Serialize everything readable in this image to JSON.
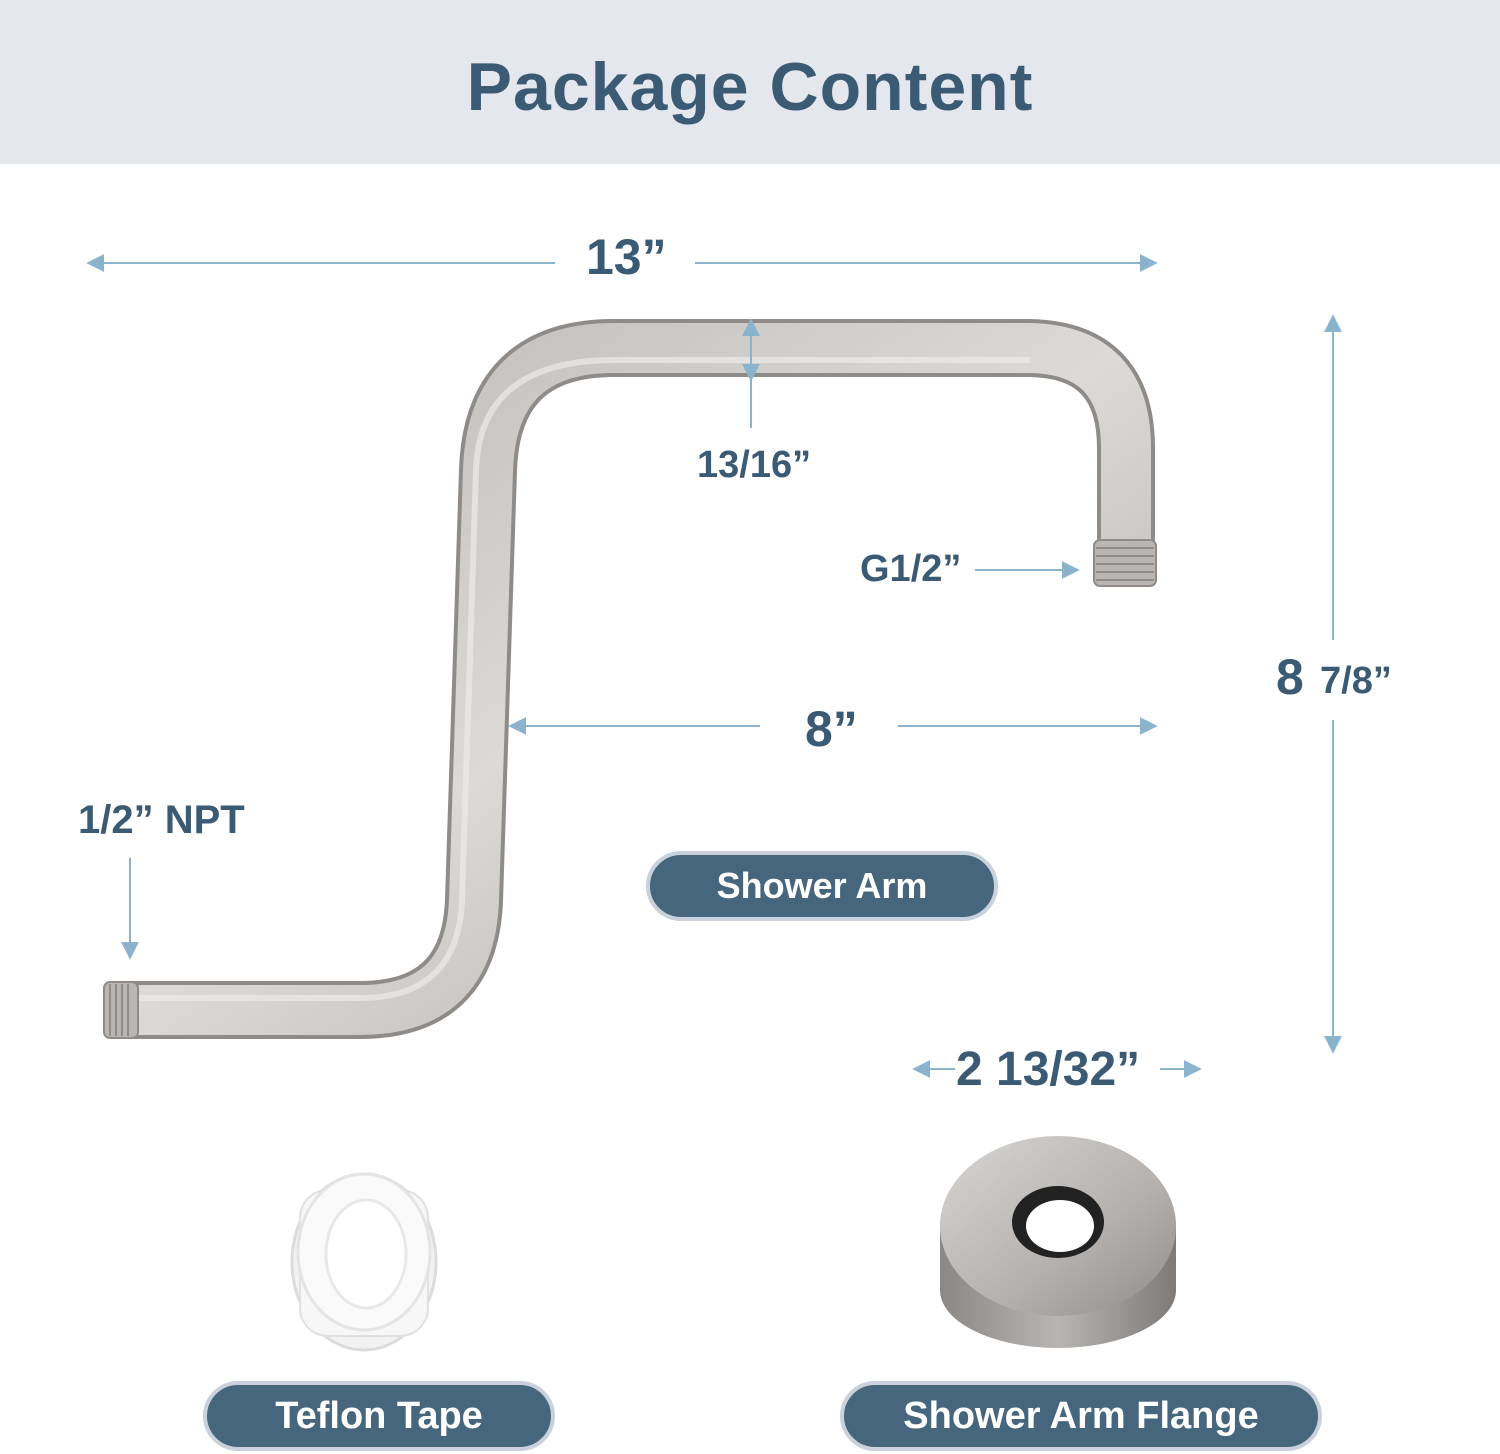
{
  "header": {
    "title": "Package Content"
  },
  "dimensions": {
    "overall_width": "13”",
    "arm_diameter": "13/16”",
    "outlet_thread": "G1/2”",
    "overall_height_whole": "8",
    "overall_height_fraction": "7/8”",
    "offset_width": "8”",
    "inlet_thread": "1/2” NPT",
    "flange_diameter": "2 13/32”"
  },
  "items": [
    {
      "label": "Shower Arm",
      "icon": "s-shaped-shower-arm-icon"
    },
    {
      "label": "Teflon Tape",
      "icon": "teflon-tape-roll-icon"
    },
    {
      "label": "Shower Arm Flange",
      "icon": "round-flange-icon"
    }
  ],
  "colors": {
    "header_bg": "#e4e8ee",
    "title_text": "#3b5a74",
    "dimension_line": "#8cb3cc",
    "pill_bg": "#46667e",
    "pill_border": "#c9d2dc"
  }
}
